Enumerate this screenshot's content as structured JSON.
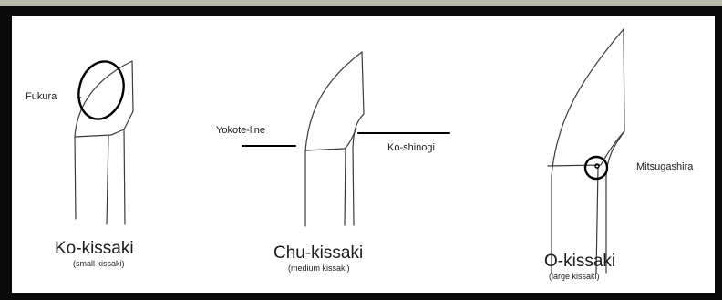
{
  "colors": {
    "frame": "#0a0a0a",
    "background": "#b9bca8",
    "paper": "#ffffff",
    "ink": "#1b1b1b"
  },
  "labels": {
    "fukura": "Fukura",
    "yokote_line": "Yokote-line",
    "ko_shinogi": "Ko-shinogi",
    "mitsugashira": "Mitsugashira"
  },
  "blades": [
    {
      "title": "Ko-kissaki",
      "subtitle": "(small kissaki)"
    },
    {
      "title": "Chu-kissaki",
      "subtitle": "(medium kissaki)"
    },
    {
      "title": "O-kissaki",
      "subtitle": "(large kissaki)"
    }
  ]
}
